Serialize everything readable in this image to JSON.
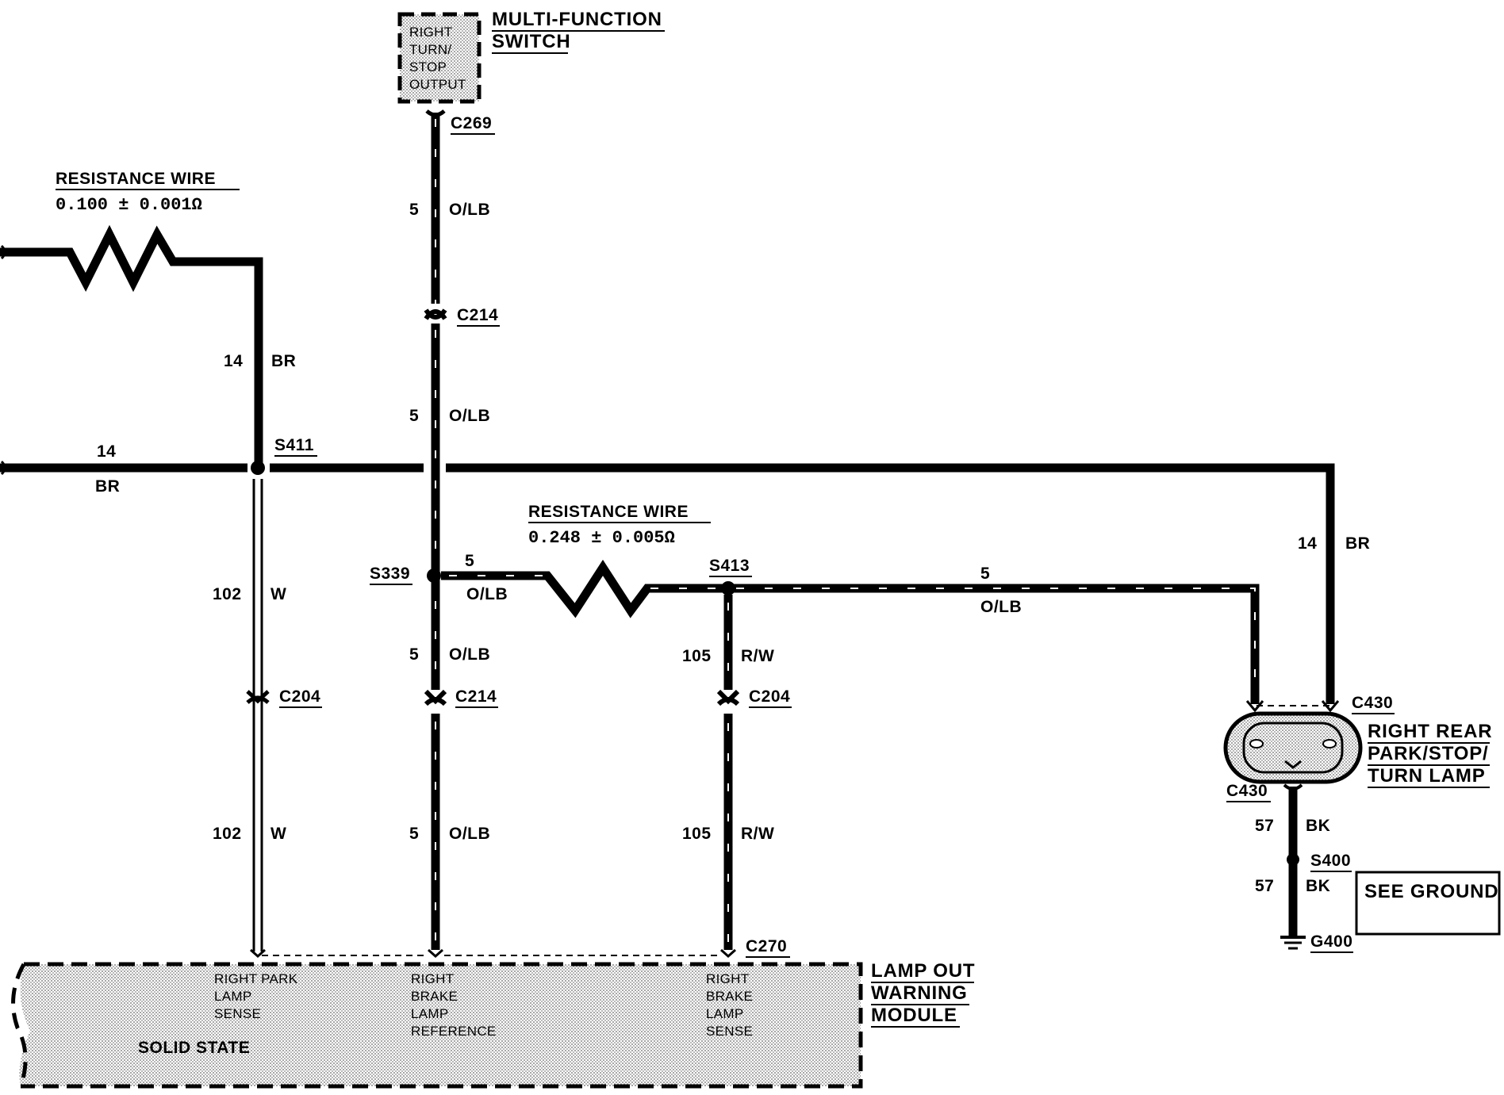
{
  "switch": {
    "box_lines": [
      "RIGHT",
      "TURN/",
      "STOP",
      "OUTPUT"
    ],
    "title_lines": [
      "MULTI-FUNCTION",
      "SWITCH"
    ]
  },
  "resistor1": {
    "title": "RESISTANCE WIRE",
    "value": "0.100 ± 0.001Ω"
  },
  "resistor2": {
    "title": "RESISTANCE WIRE",
    "value": "0.248 ± 0.005Ω"
  },
  "connectors": {
    "c269": "C269",
    "c214_top": "C214",
    "s411": "S411",
    "s339": "S339",
    "s413": "S413",
    "c204_left": "C204",
    "c214_bot": "C214",
    "c204_right": "C204",
    "c270": "C270",
    "c430_top": "C430",
    "c430_bot": "C430",
    "s400": "S400",
    "g400": "G400"
  },
  "wires": {
    "olb_1": {
      "gauge": "5",
      "color": "O/LB"
    },
    "olb_2": {
      "gauge": "5",
      "color": "O/LB"
    },
    "br_vert": {
      "gauge": "14",
      "color": "BR"
    },
    "br_horiz": {
      "gauge": "14",
      "color": "BR"
    },
    "olb_s339": {
      "gauge": "5",
      "color": "O/LB"
    },
    "w_1": {
      "gauge": "102",
      "color": "W"
    },
    "olb_3": {
      "gauge": "5",
      "color": "O/LB"
    },
    "rw_1": {
      "gauge": "105",
      "color": "R/W"
    },
    "olb_right": {
      "gauge": "5",
      "color": "O/LB"
    },
    "br_right": {
      "gauge": "14",
      "color": "BR"
    },
    "w_2": {
      "gauge": "102",
      "color": "W"
    },
    "olb_4": {
      "gauge": "5",
      "color": "O/LB"
    },
    "rw_2": {
      "gauge": "105",
      "color": "R/W"
    },
    "bk_1": {
      "gauge": "57",
      "color": "BK"
    },
    "bk_2": {
      "gauge": "57",
      "color": "BK"
    }
  },
  "lamp": {
    "title_lines": [
      "RIGHT REAR",
      "PARK/STOP/",
      "TURN LAMP"
    ]
  },
  "ground_box": {
    "label": "SEE GROUND"
  },
  "module": {
    "title_lines": [
      "LAMP OUT",
      "WARNING",
      "MODULE"
    ],
    "body": "SOLID STATE",
    "pin1_lines": [
      "RIGHT PARK",
      "LAMP",
      "SENSE"
    ],
    "pin2_lines": [
      "RIGHT",
      "BRAKE",
      "LAMP",
      "REFERENCE"
    ],
    "pin3_lines": [
      "RIGHT",
      "BRAKE",
      "LAMP",
      "SENSE"
    ]
  }
}
